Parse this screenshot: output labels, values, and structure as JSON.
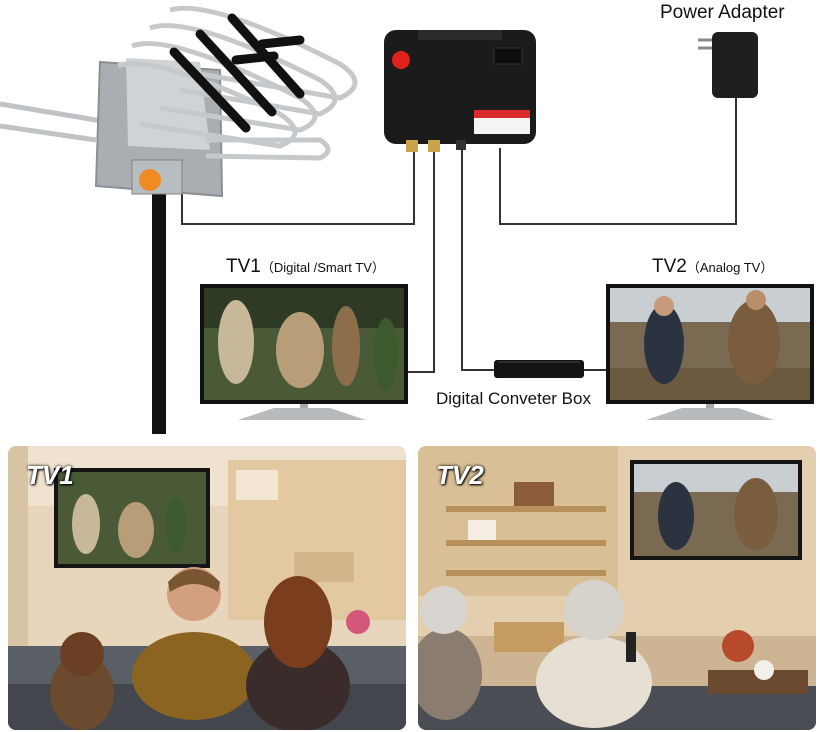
{
  "labels": {
    "power_adapter": "Power Adapter",
    "tv1_main": "TV1",
    "tv1_sub": "（Digital /Smart TV）",
    "tv2_main": "TV2",
    "tv2_sub": "（Analog TV）",
    "converter_box": "Digital Conveter Box"
  },
  "photos": {
    "left_tag": "TV1",
    "right_tag": "TV2"
  },
  "colors": {
    "cable": "#333333",
    "amplifier_body": "#1b1b1b",
    "power_button": "#e0201b",
    "antenna_silver": "#bfc3c6",
    "antenna_knob": "#f08a22",
    "wall_left": "#e7d5bc",
    "wall_right": "#e3cfae"
  }
}
